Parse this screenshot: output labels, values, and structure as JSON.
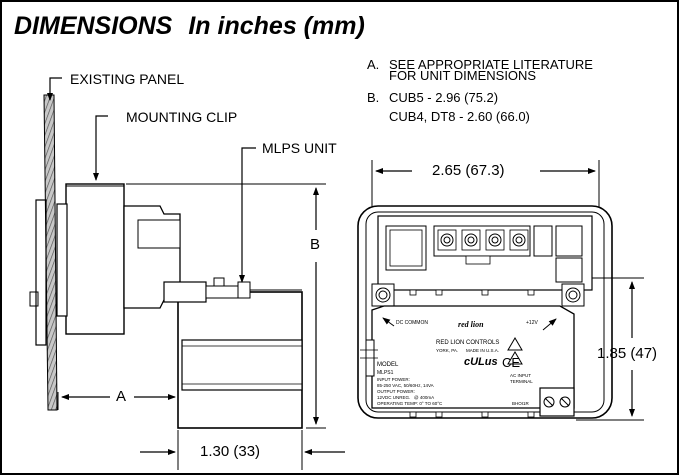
{
  "title": {
    "main": "DIMENSIONS",
    "units": "In inches (mm)"
  },
  "side_view": {
    "label_panel": "EXISTING PANEL",
    "label_clip": "MOUNTING CLIP",
    "label_unit": "MLPS UNIT",
    "dim_height": "B",
    "dim_depth_a": "A",
    "dim_depth": "1.30 (33)"
  },
  "notes": {
    "a_letter": "A.",
    "a_line1": "SEE APPROPRIATE LITERATURE",
    "a_line2": "FOR UNIT DIMENSIONS",
    "b_letter": "B.",
    "b_line1": "CUB5 - 2.96 (75.2)",
    "b_line2": "CUB4, DT8 - 2.60 (66.0)"
  },
  "front_view": {
    "dim_width": "2.65 (67.3)",
    "dim_height": "1.85 (47)",
    "label": {
      "dc_common": "DC COMMON",
      "plus12v": "+12V",
      "logo": "red lion",
      "company": "RED LION CONTROLS",
      "city": "YORK, PA.",
      "made_in": "MADE IN U.S.A.",
      "model_label": "MODEL",
      "model": "MLPS1",
      "input_power": "INPUT POWER:",
      "input_spec": "85-250 VAC, 50/60Hz, 14VA",
      "output_power": "OUTPUT POWER:",
      "output_spec": "12VDC UNREG.",
      "output_current": "@ 400mA",
      "temp": "OPERATING TEMP: 0° TO 60°C",
      "ac_input": "AC INPUT",
      "terminal": "TERMINAL",
      "code": "BHOI1R",
      "ul": "cULus",
      "ce": "CE"
    }
  },
  "colors": {
    "ink": "#000000",
    "panel_fill": "#b0b0b0",
    "hatch": "#555555"
  }
}
